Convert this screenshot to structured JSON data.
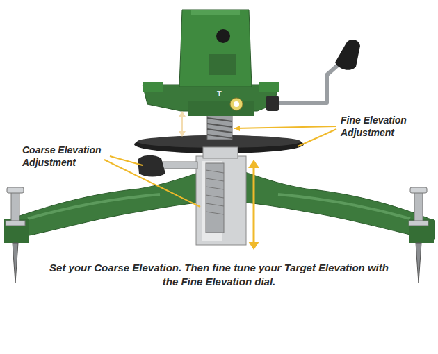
{
  "diagram": {
    "caption": "Set your Coarse Elevation. Then fine tune your Target Elevation with the Fine Elevation dial.",
    "labels": [
      "Fine Elevation Adjustment",
      "Coarse Elevation Adjustment",
      "T"
    ]
  }
}
